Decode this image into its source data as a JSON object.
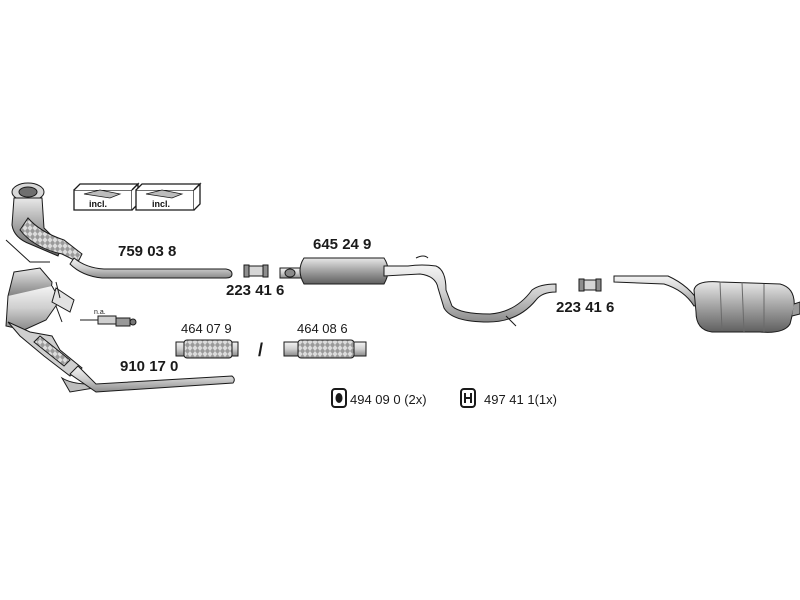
{
  "parts": {
    "p759038": "759 03 8",
    "p910170": "910 17 0",
    "p223416_left": "223 41 6",
    "p223416_right": "223 41 6",
    "p645249": "645 24 9",
    "p464079": "464 07 9",
    "p464086": "464 08 6",
    "slash": "/",
    "na": "n.a."
  },
  "included_boxes": [
    "incl.",
    "incl."
  ],
  "hardware": [
    {
      "icon": "rubber-ring-icon",
      "text": "494 09 0 (2x)"
    },
    {
      "icon": "rubber-hanger-icon",
      "text": "497 41 1(1x)"
    }
  ],
  "colors": {
    "line": "#1a1a1a",
    "metal_light": "#e6e6e6",
    "metal_mid": "#b8b8b8",
    "metal_dark": "#7a7a7a"
  }
}
